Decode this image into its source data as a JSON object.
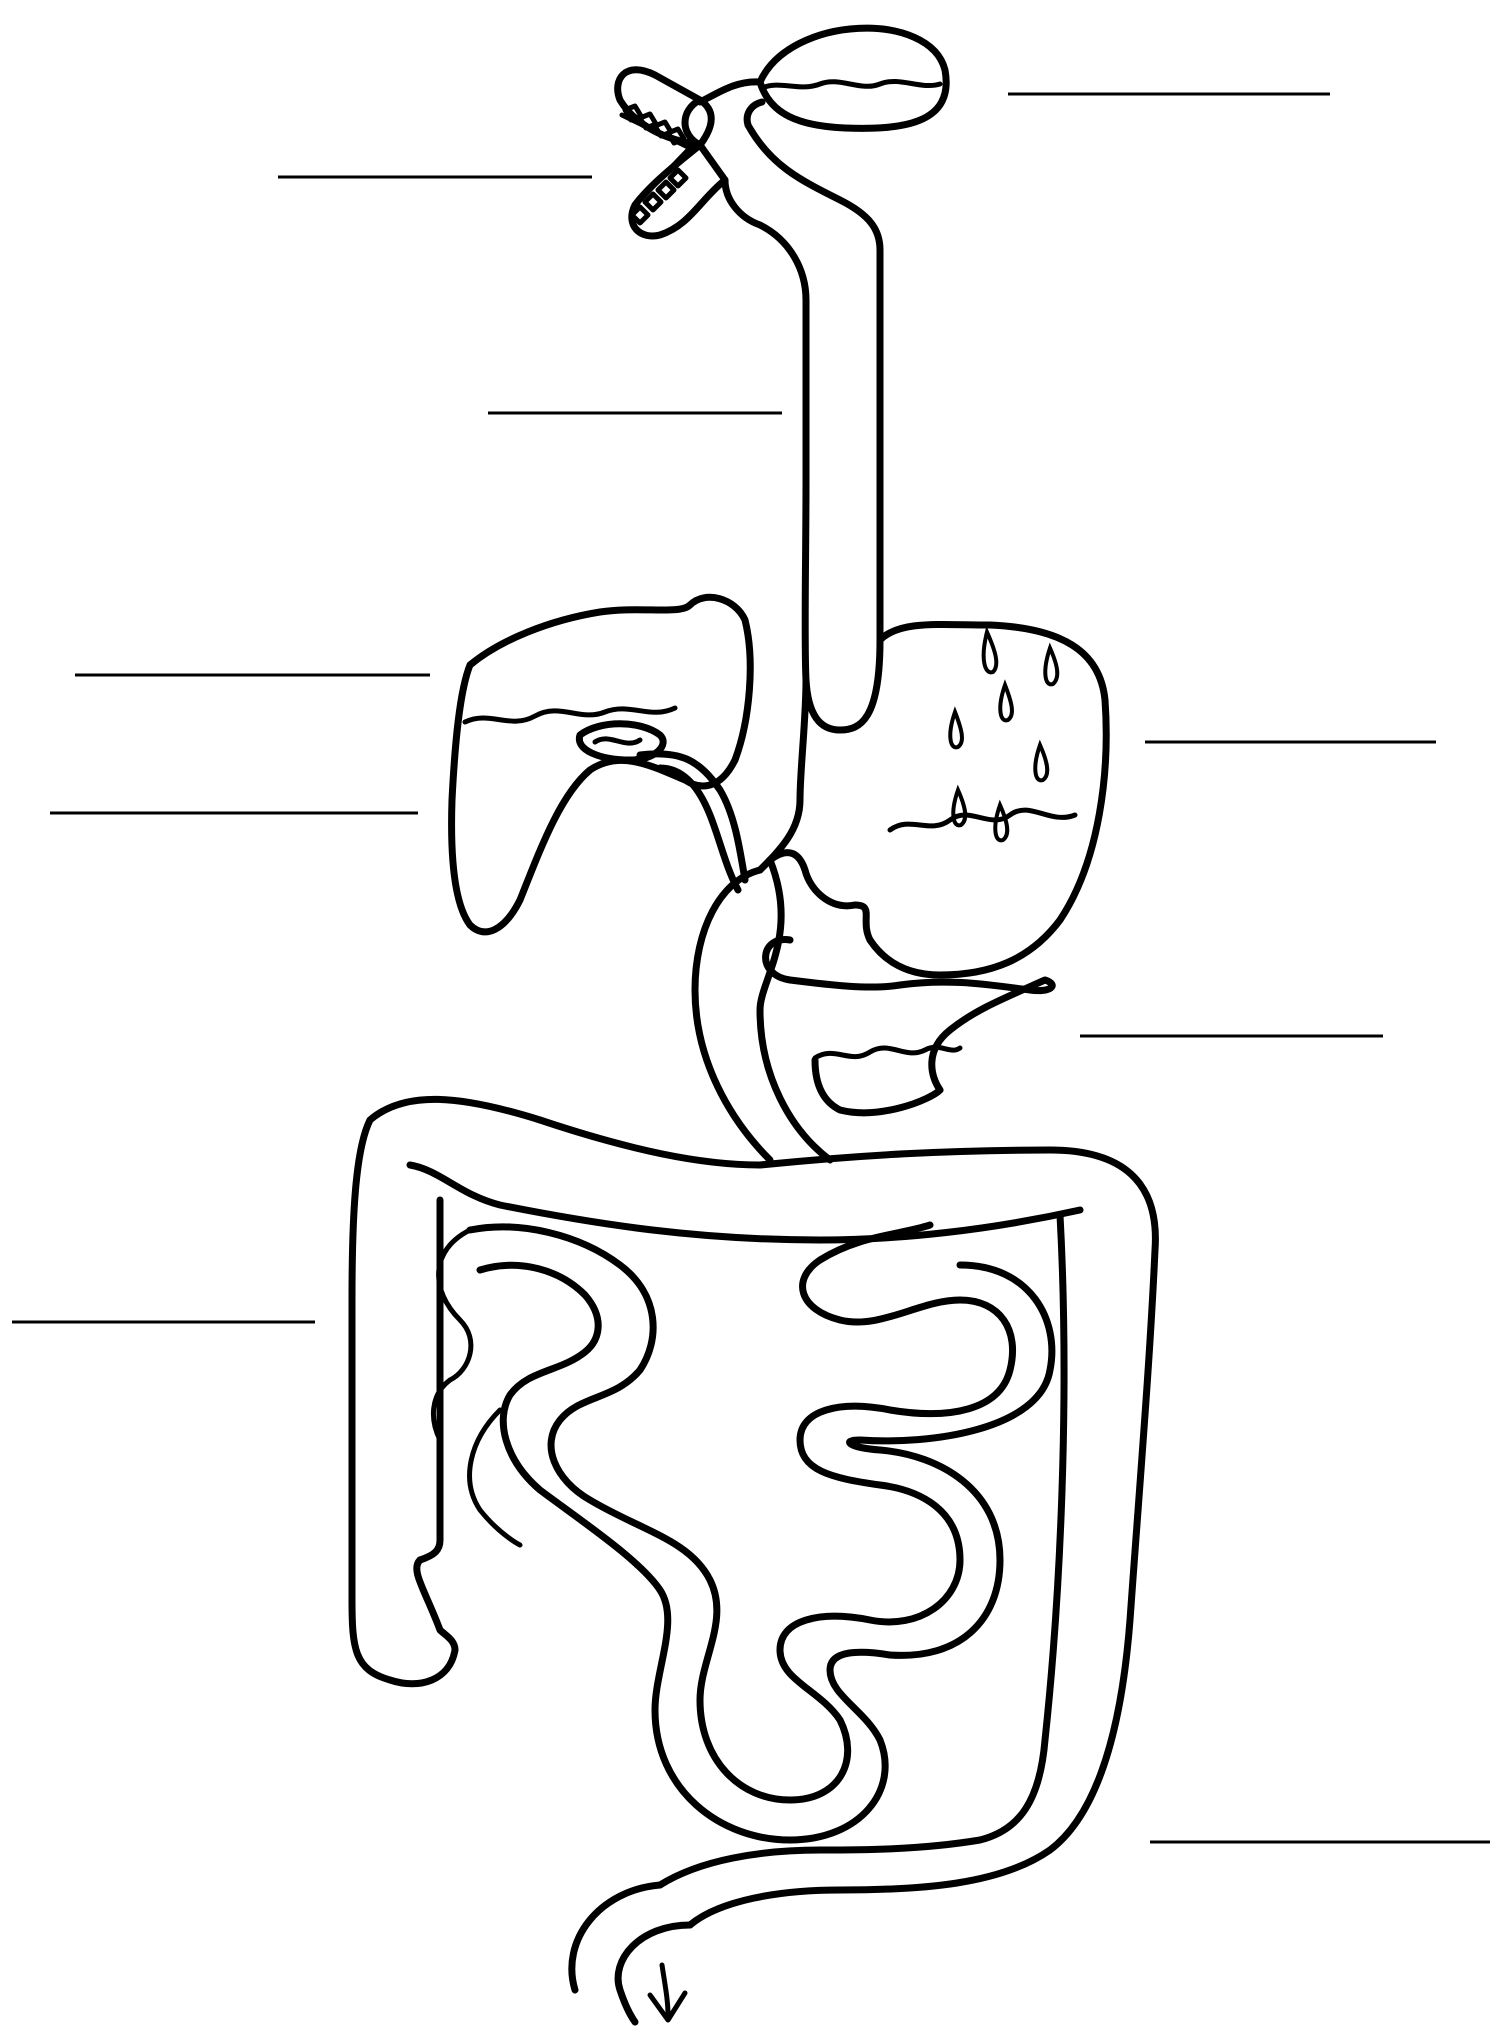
{
  "diagram": {
    "type": "digestive-system-worksheet",
    "organs": [
      "mouth",
      "salivary-gland",
      "esophagus",
      "liver",
      "gallbladder",
      "stomach",
      "pancreas",
      "small-intestine",
      "large-intestine",
      "rectum"
    ],
    "label_blanks": 9,
    "label_texts": [
      "",
      "",
      "",
      "",
      "",
      "",
      "",
      "",
      ""
    ]
  },
  "colors": {
    "ink": "#000000",
    "paper": "#ffffff"
  }
}
